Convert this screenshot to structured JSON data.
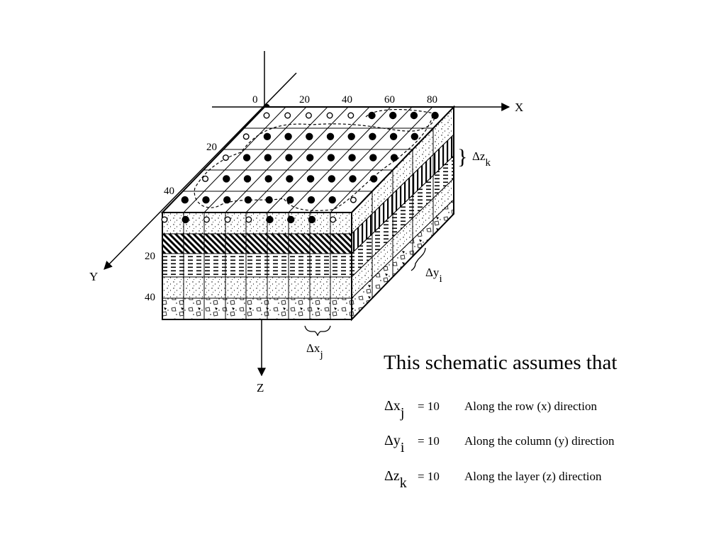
{
  "diagram": {
    "axes": {
      "x": "X",
      "y": "Y",
      "z": "Z"
    },
    "x_ticks": [
      "0",
      "20",
      "40",
      "60",
      "80"
    ],
    "y_ticks": [
      "20",
      "40"
    ],
    "z_ticks": [
      "20",
      "40"
    ],
    "labels": {
      "dz": {
        "base": "Δz",
        "sub": "k"
      },
      "dy": {
        "base": "Δy",
        "sub": "i"
      },
      "dx": {
        "base": "Δx",
        "sub": "j"
      }
    }
  },
  "caption": "This schematic assumes that",
  "spacings": [
    {
      "symbol": "Δx",
      "sub": "j",
      "value": "= 10",
      "description": "Along the row (x) direction"
    },
    {
      "symbol": "Δy",
      "sub": "i",
      "value": "= 10",
      "description": "Along the column (y) direction"
    },
    {
      "symbol": "Δz",
      "sub": "k",
      "value": "= 10",
      "description": "Along the layer (z) direction"
    }
  ]
}
